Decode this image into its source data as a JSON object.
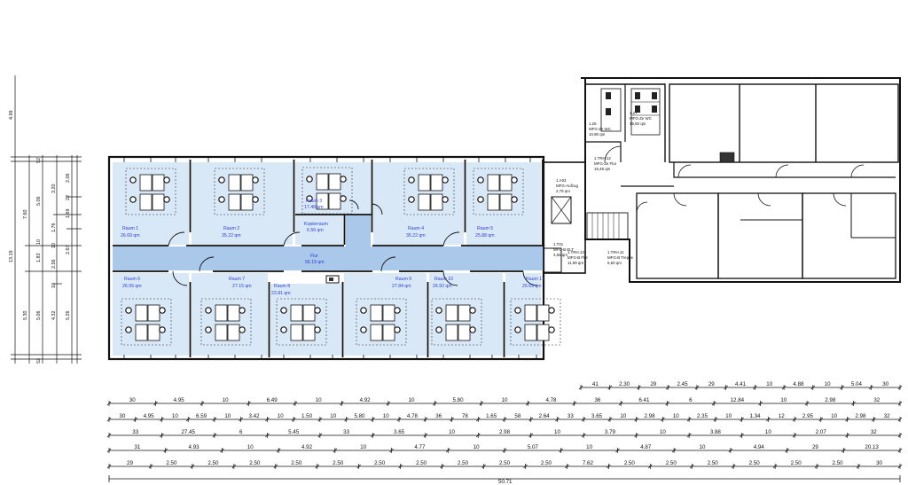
{
  "rooms_left": [
    {
      "name": "Raum 1",
      "area": "26.69 qm"
    },
    {
      "name": "Raum 2",
      "area": "35.22 qm"
    },
    {
      "name": "Raum 3",
      "area": "17.48 qm"
    },
    {
      "name": "Kopierraum",
      "area": "6.56 qm"
    },
    {
      "name": "Raum 4",
      "area": "35.22 qm"
    },
    {
      "name": "Raum 5",
      "area": "25.88 qm"
    },
    {
      "name": "Flur",
      "area": "56.19 qm"
    },
    {
      "name": "Raum 6",
      "area": "26.55 qm"
    },
    {
      "name": "Raum 7",
      "area": "27.15 qm"
    },
    {
      "name": "Raum 8",
      "area": "23.81 qm"
    },
    {
      "name": "Raum 9",
      "area": "27.84 qm"
    },
    {
      "name": "Raum 10",
      "area": "26.92 qm"
    },
    {
      "name": "Raum 11",
      "area": "26.69 qm"
    }
  ],
  "rooms_right": [
    {
      "code": "1.26",
      "name": "MFG-Ze WC",
      "area": "10,90 qm"
    },
    {
      "code": "1.27",
      "name": "MFG-Ze WC",
      "area": "15,50 qm"
    },
    {
      "code": "1.TRH.12",
      "name": "MFG-Ze Flur",
      "area": "16,48 qm"
    },
    {
      "code": "1.A03",
      "name": "MFG-Aufzug",
      "area": "2,79 qm"
    },
    {
      "code": "1.T01",
      "name": "MFG-B ELT",
      "area": "3,55 qm"
    },
    {
      "code": "1.TRH.13",
      "name": "MFG-B Flur",
      "area": "11,99 qm"
    },
    {
      "code": "1.TRH.11",
      "name": "MFG-B Treppe",
      "area": "5,60 qm"
    }
  ],
  "dimensions_vertical": {
    "col1": [
      "4.99",
      "13.19"
    ],
    "col2": [
      "7.60",
      "5.30"
    ],
    "col3": [
      "5.06",
      "1.83",
      "5.06"
    ],
    "col4": [
      "3.20",
      "1.76",
      "2.56",
      "4.32"
    ],
    "col5": [
      "2.06",
      "1.69",
      "2.67",
      "5.26"
    ],
    "small": [
      "52",
      "10",
      "10",
      "10",
      "52",
      "22"
    ]
  },
  "dimensions_horizontal": {
    "row1": [
      "41",
      "2.30",
      "29",
      "2.45",
      "29",
      "4.41",
      "10",
      "4.88",
      "10",
      "5.04",
      "30"
    ],
    "row2": [
      "30",
      "4.95",
      "10",
      "6.49",
      "10",
      "4.92",
      "10",
      "5.80",
      "10",
      "4.78",
      "36",
      "6.41",
      "6",
      "12.84",
      "10",
      "2.98",
      "32"
    ],
    "row3": [
      "30",
      "4.95",
      "10",
      "6.59",
      "10",
      "3.42",
      "10",
      "1.50",
      "10",
      "5.80",
      "10",
      "4.78",
      "36",
      "78",
      "1.65",
      "58",
      "2.64",
      "33",
      "3.65",
      "10",
      "2.98",
      "10",
      "2.35",
      "10",
      "1.34",
      "12",
      "2.95",
      "10",
      "2.98",
      "32"
    ],
    "row4": [
      "33",
      "27.45",
      "6",
      "5.45",
      "33",
      "3.65",
      "10",
      "2.98",
      "10",
      "3.79",
      "10",
      "3.88",
      "10",
      "2.07",
      "32"
    ],
    "row5": [
      "31",
      "4.93",
      "10",
      "4.92",
      "10",
      "4.77",
      "10",
      "5.07",
      "10",
      "4.87",
      "10",
      "4.94",
      "29",
      "20.13"
    ],
    "row6": [
      "29",
      "2.50",
      "2.50",
      "2.50",
      "2.50",
      "2.50",
      "2.50",
      "2.50",
      "2.50",
      "2.50",
      "2.50",
      "7.62",
      "2.50",
      "2.50",
      "2.50",
      "2.50",
      "2.50",
      "2.50",
      "30"
    ],
    "total": "50.71"
  }
}
